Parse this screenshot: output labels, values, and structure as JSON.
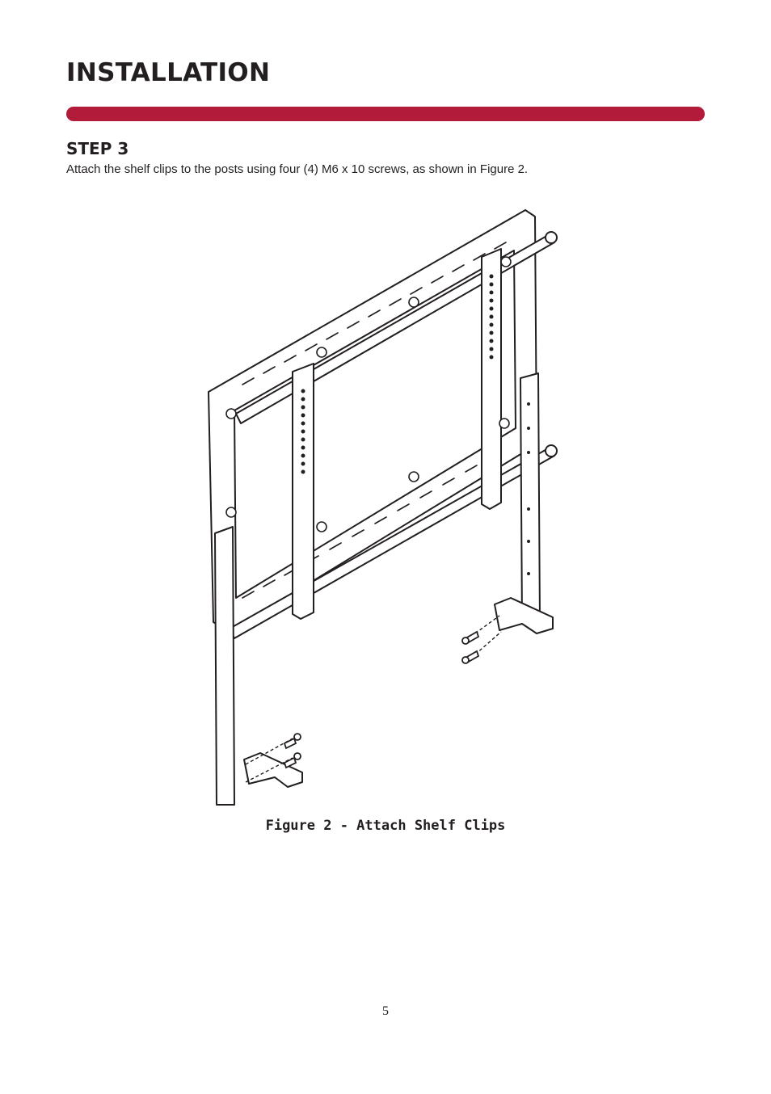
{
  "header": {
    "title": "INSTALLATION",
    "accent_color": "#b31b3a"
  },
  "step": {
    "title": "STEP 3",
    "instruction": "Attach the shelf clips to the posts using four (4) M6 x 10 screws, as shown in Figure 2."
  },
  "figure": {
    "caption": "Figure 2 - Attach Shelf Clips",
    "icon": "wall-mount-shelf-clips-illustration"
  },
  "footer": {
    "page_number": "5"
  }
}
